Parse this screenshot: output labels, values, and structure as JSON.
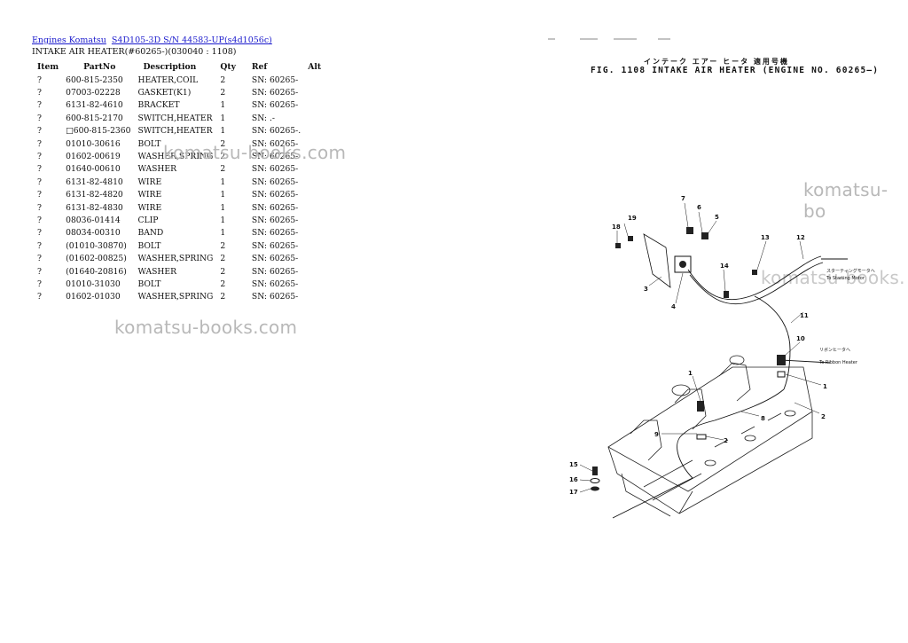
{
  "breadcrumb": {
    "link1": "Engines Komatsu",
    "link2": "S4D105-3D S/N 44583-UP(s4d1056c)"
  },
  "page_title": "INTAKE AIR HEATER(#60265-)(030040 : 1108)",
  "table": {
    "headers": [
      "Item",
      "PartNo",
      "Description",
      "Qty",
      "Ref",
      "Alt"
    ],
    "rows": [
      [
        "?",
        "600-815-2350",
        "HEATER,COIL",
        "2",
        "SN: 60265-",
        ""
      ],
      [
        "?",
        "07003-02228",
        "GASKET(K1)",
        "2",
        "SN: 60265-",
        ""
      ],
      [
        "?",
        "6131-82-4610",
        "BRACKET",
        "1",
        "SN: 60265-",
        ""
      ],
      [
        "?",
        "600-815-2170",
        "SWITCH,HEATER",
        "1",
        "SN: .-",
        ""
      ],
      [
        "?",
        "□600-815-2360",
        "SWITCH,HEATER",
        "1",
        "SN: 60265-.",
        ""
      ],
      [
        "?",
        "01010-30616",
        "BOLT",
        "2",
        "SN: 60265-",
        ""
      ],
      [
        "?",
        "01602-00619",
        "WASHER,SPRING",
        "2",
        "SN: 60265-",
        ""
      ],
      [
        "?",
        "01640-00610",
        "WASHER",
        "2",
        "SN: 60265-",
        ""
      ],
      [
        "?",
        "6131-82-4810",
        "WIRE",
        "1",
        "SN: 60265-",
        ""
      ],
      [
        "?",
        "6131-82-4820",
        "WIRE",
        "1",
        "SN: 60265-",
        ""
      ],
      [
        "?",
        "6131-82-4830",
        "WIRE",
        "1",
        "SN: 60265-",
        ""
      ],
      [
        "?",
        "08036-01414",
        "CLIP",
        "1",
        "SN: 60265-",
        ""
      ],
      [
        "?",
        "08034-00310",
        "BAND",
        "1",
        "SN: 60265-",
        ""
      ],
      [
        "?",
        "(01010-30870)",
        "BOLT",
        "2",
        "SN: 60265-",
        ""
      ],
      [
        "?",
        "(01602-00825)",
        "WASHER,SPRING",
        "2",
        "SN: 60265-",
        ""
      ],
      [
        "?",
        "(01640-20816)",
        "WASHER",
        "2",
        "SN: 60265-",
        ""
      ],
      [
        "?",
        "01010-31030",
        "BOLT",
        "2",
        "SN: 60265-",
        ""
      ],
      [
        "?",
        "01602-01030",
        "WASHER,SPRING",
        "2",
        "SN: 60265-",
        ""
      ]
    ]
  },
  "watermarks": [
    "komatsu-books.com",
    "komatsu-books.com",
    "komatsu-bo",
    "komatsu-books."
  ],
  "figure": {
    "title_jp": "インテーク エアー ヒータ  適用号機",
    "title": "FIG. 1108  INTAKE AIR HEATER (ENGINE NO. 60265—)",
    "note_starting_motor_jp": "スターティングモータへ",
    "note_starting_motor": "To Starting Motor",
    "note_ribbon_heater_jp": "リボンヒータへ",
    "note_ribbon_heater": "To Ribbon Heater",
    "callouts": [
      "1",
      "2",
      "3",
      "4",
      "5",
      "6",
      "7",
      "8",
      "9",
      "10",
      "11",
      "12",
      "13",
      "14",
      "15",
      "16",
      "17",
      "18",
      "19",
      "2",
      "9",
      "1"
    ]
  },
  "colors": {
    "link": "#1a1acc",
    "watermark": "#b8b8b8",
    "ink": "#111111"
  }
}
